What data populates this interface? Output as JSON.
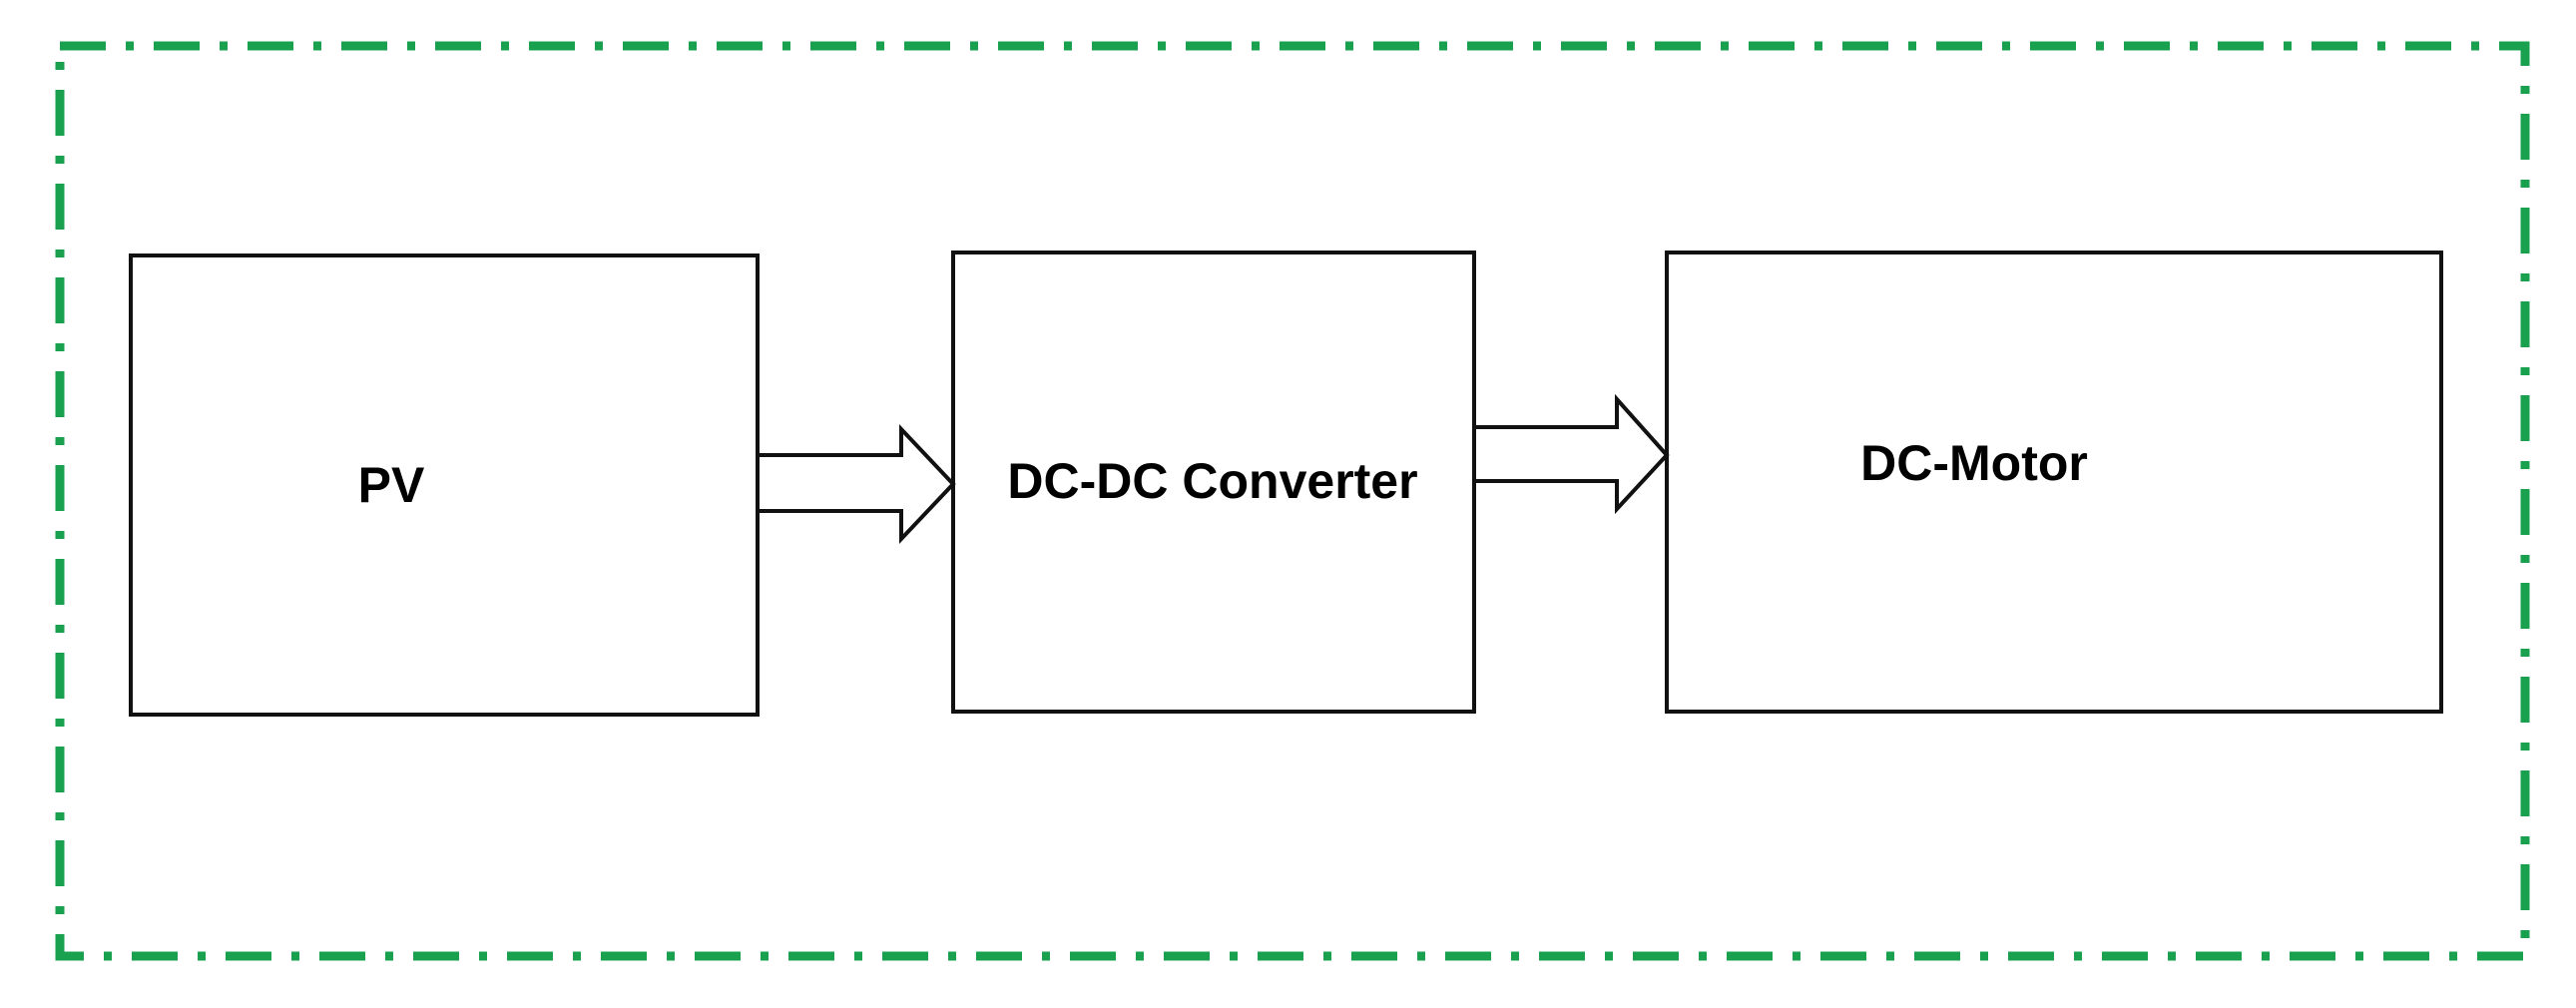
{
  "diagram": {
    "type": "block-diagram",
    "border_color": "#1aa14f",
    "border_style": "dash-dot",
    "blocks": [
      {
        "id": "pv",
        "label": "PV"
      },
      {
        "id": "converter",
        "label": "DC-DC Converter"
      },
      {
        "id": "motor",
        "label": "DC-Motor"
      }
    ],
    "edges": [
      {
        "from": "pv",
        "to": "converter",
        "style": "hollow-block-arrow"
      },
      {
        "from": "converter",
        "to": "motor",
        "style": "hollow-block-arrow"
      }
    ]
  }
}
